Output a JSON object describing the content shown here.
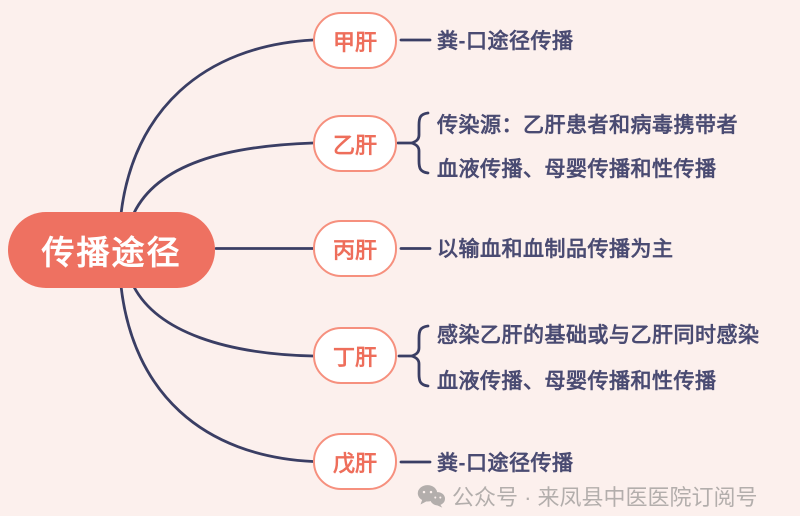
{
  "diagram": {
    "root": {
      "label": "传播途径"
    },
    "branches": [
      {
        "label": "甲肝",
        "details": [
          "粪-口途径传播"
        ]
      },
      {
        "label": "乙肝",
        "details": [
          "传染源：乙肝患者和病毒携带者",
          "血液传播、母婴传播和性传播"
        ]
      },
      {
        "label": "丙肝",
        "details": [
          "以输血和血制品传播为主"
        ]
      },
      {
        "label": "丁肝",
        "details": [
          "感染乙肝的基础或与乙肝同时感染",
          "血液传播、母婴传播和性传播"
        ]
      },
      {
        "label": "戊肝",
        "details": [
          "粪-口途径传播"
        ]
      }
    ],
    "colors": {
      "background": "#FCF0ED",
      "root_fill": "#EE7161",
      "root_text": "#FFFFFF",
      "branch_border": "#F6907E",
      "branch_text": "#EE6E5B",
      "connector": "#3A3E64",
      "detail_text": "#4A4B72",
      "footer_text": "#B3AEAC"
    }
  },
  "footer": {
    "icon": "wechat-icon",
    "text": "公众号 · 来凤县中医医院订阅号"
  }
}
